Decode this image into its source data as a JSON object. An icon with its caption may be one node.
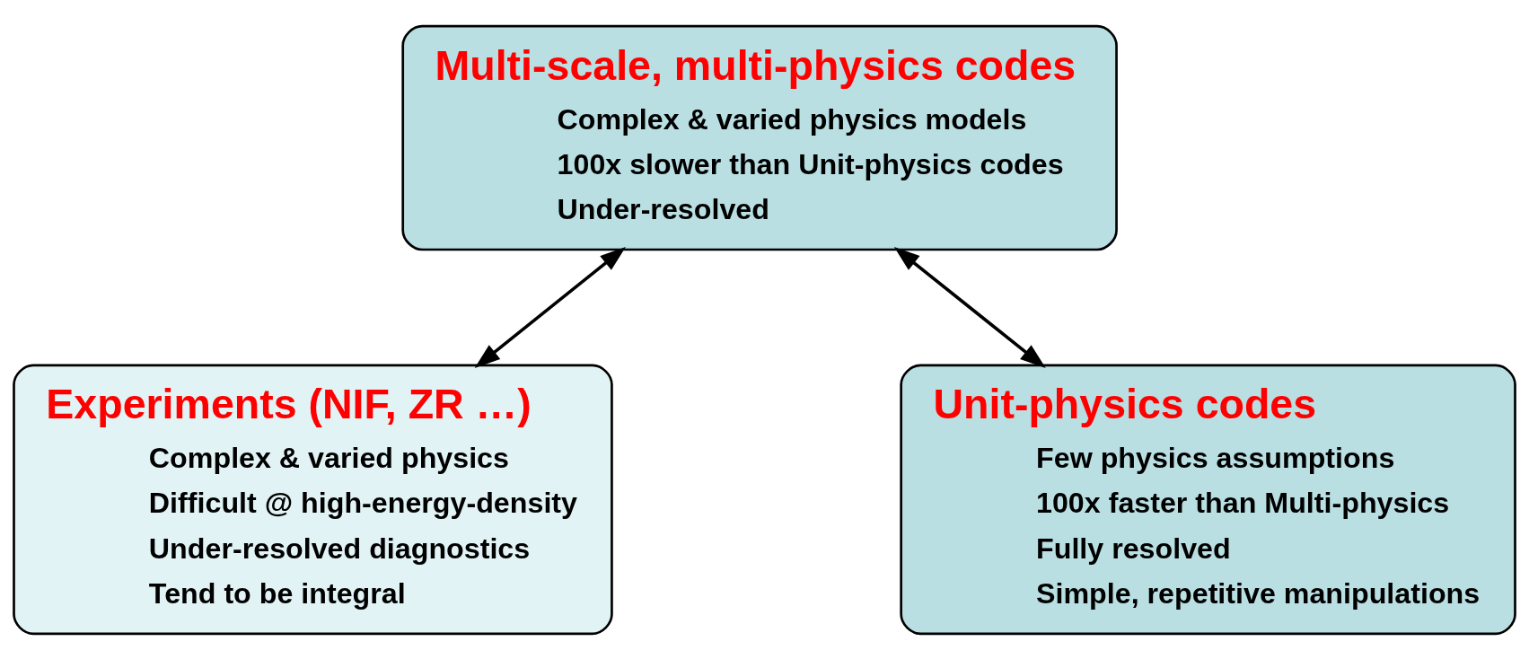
{
  "diagram": {
    "nodes": [
      {
        "text": [
          "Multi-scale, multi-physics codes",
          "Complex & varied physics models",
          "100x slower than Unit-physics codes",
          "Under-resolved"
        ]
      },
      {
        "text": [
          "Experiments (NIF, ZR …)",
          "Complex & varied physics",
          "Difficult @ high-energy-density",
          "Under-resolved diagnostics",
          "Tend to be integral"
        ]
      },
      {
        "text": [
          "Unit-physics codes",
          "Few physics assumptions",
          "100x faster than Multi-physics",
          "Fully resolved",
          "Simple, repetitive manipulations"
        ]
      }
    ],
    "edges": [
      {
        "from": 0,
        "to": 1,
        "arrow": "both"
      },
      {
        "from": 0,
        "to": 2,
        "arrow": "both"
      }
    ]
  }
}
